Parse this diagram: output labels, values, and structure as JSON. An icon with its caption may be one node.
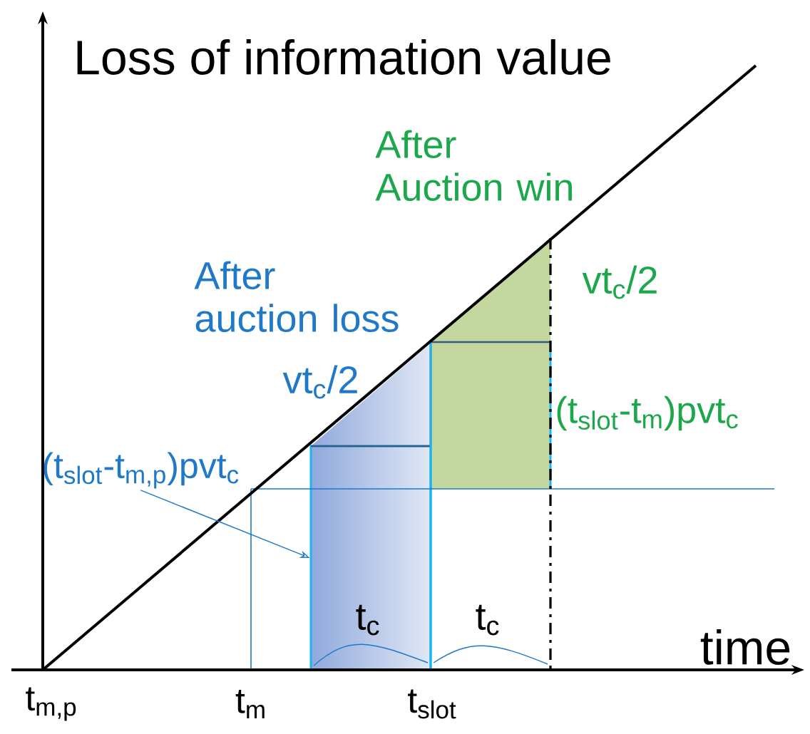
{
  "diagram": {
    "title": "Loss of information value",
    "nodes": [
      {
        "text": [
          "(t$_{slot}$-t$_{m,p}$)pvt$_{c}$"
        ]
      },
      {
        "text": [],
        "shape": "box"
      }
    ],
    "edges": [
      {
        "from": 0,
        "to": 1,
        "arrow": "to"
      }
    ],
    "labels": [
      "After Auction win",
      "After auction loss",
      "vt$_{c}$/2",
      "vt$_{c}$/2",
      "(t$_{slot}$-t$_{m}$)pvt$_{c}$",
      "t$_{c}$",
      "t$_{c}$",
      "time",
      "t$_{m,p}$",
      "t$_{m}$",
      "t$_{slot}$"
    ]
  }
}
